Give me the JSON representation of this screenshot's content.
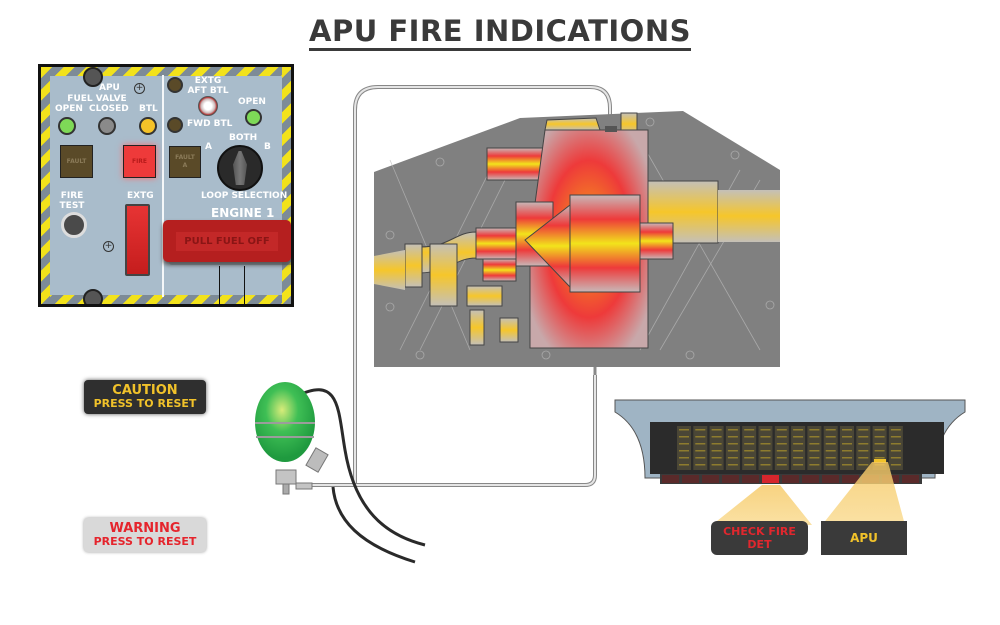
{
  "title": "APU FIRE INDICATIONS",
  "panel": {
    "apu_label": "APU",
    "fuel_valve_label": "FUEL VALVE",
    "open_label": "OPEN",
    "closed_label": "CLOSED",
    "btl_label": "BTL",
    "fault_label": "FAULT",
    "fire_label": "FIRE",
    "fire_test_label": "FIRE\nTEST",
    "extg_label": "EXTG",
    "extg_aft_btl_label": "EXTG\nAFT BTL",
    "fwd_btl_label": "FWD BTL",
    "engine_open_label": "OPEN",
    "fault_a_label": "FAULT\nA",
    "both_label": "BOTH",
    "a_label": "A",
    "b_label": "B",
    "loop_selection_label": "LOOP SELECTION",
    "engine1_label": "ENGINE 1",
    "pull_fuel_off_label": "PULL FUEL OFF",
    "colors": {
      "open_light": "#7ed957",
      "closed_light": "#8a8a8a",
      "btl_light": "#f5c228",
      "fire_light": "#ee3a3a",
      "fault_light": "#5a4a28"
    }
  },
  "buttons": {
    "caution": {
      "line1": "CAUTION",
      "line2": "PRESS TO RESET",
      "color": "#f1c22a"
    },
    "warning": {
      "line1": "WARNING",
      "line2": "PRESS TO RESET",
      "color": "#e5242c"
    }
  },
  "annunciators": {
    "check_fire_det": "CHECK FIRE\nDET",
    "apu": "APU"
  },
  "diagram": {
    "apu_fire_zone": "APU compartment with fire-hot zones",
    "bottle": "APU fire extinguisher bottle"
  }
}
